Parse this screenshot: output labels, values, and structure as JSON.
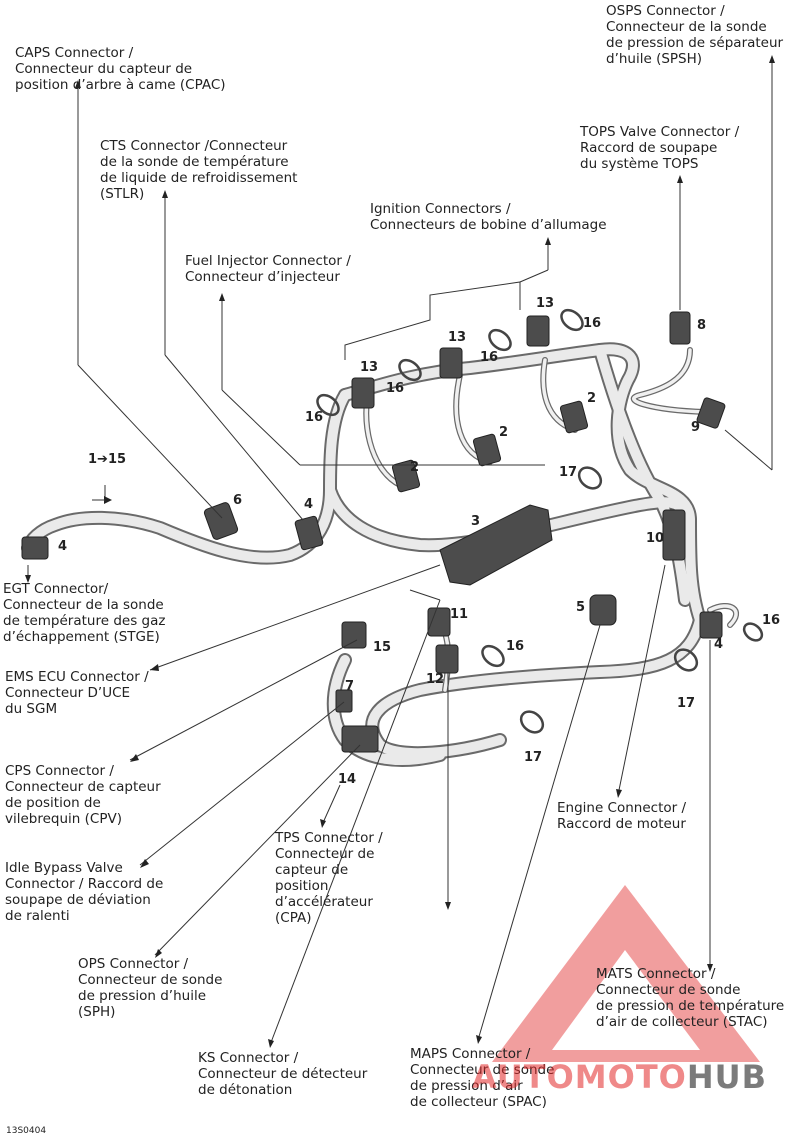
{
  "labels": {
    "caps": "CAPS Connector /\nConnecteur du capteur de\nposition d’arbre à came (CPAC)",
    "cts": "CTS Connector /Connecteur\nde la sonde de température\nde liquide de refroidissement\n(STLR)",
    "ignition": "Ignition Connectors /\nConnecteurs de bobine d’allumage",
    "fuel": "Fuel Injector Connector /\nConnecteur d’injecteur",
    "osps": "OSPS Connector /\nConnecteur de la sonde\nde pression de séparateur\nd’huile (SPSH)",
    "tops": "TOPS Valve Connector /\nRaccord de soupape\ndu système TOPS",
    "egt": "EGT Connector/\nConnecteur de la sonde\nde température des gaz\nd’échappement (STGE)",
    "ems": "EMS ECU Connector /\nConnecteur D’UCE\ndu SGM",
    "cps": "CPS Connector /\nConnecteur de capteur\nde position de\nvilebrequin (CPV)",
    "idle": "Idle Bypass Valve\nConnector / Raccord de\nsoupape de déviation\nde ralenti",
    "tps": "TPS Connector /\nConnecteur de\ncapteur de\nposition\nd’accélérateur\n(CPA)",
    "ops": "OPS Connector /\nConnecteur de sonde\nde pression d’huile\n(SPH)",
    "ks": "KS Connector /\nConnecteur de détecteur\nde détonation",
    "maps": "MAPS Connector /\nConnecteur de sonde\nde pression d’air\nde collecteur (SPAC)",
    "engine": "Engine Connector /\nRaccord de moteur",
    "mats": "MATS Connector /\nConnecteur de sonde\nde pression de température\nd’air de collecteur (STAC)"
  },
  "callouts": {
    "range": "1➔15",
    "n13a": "13",
    "n13b": "13",
    "n13c": "13",
    "n16a": "16",
    "n16b": "16",
    "n16c": "16",
    "n16d": "16",
    "n16e": "16",
    "n2a": "2",
    "n2b": "2",
    "n2c": "2",
    "n8": "8",
    "n9": "9",
    "n17a": "17",
    "n17b": "17",
    "n17c": "17",
    "n3": "3",
    "n10": "10",
    "n6": "6",
    "n4a": "4",
    "n4b": "4",
    "n4c": "4",
    "n5": "5",
    "n11": "11",
    "n12": "12",
    "n15": "15",
    "n7": "7",
    "n14": "14"
  },
  "doc_id": "13S0404",
  "watermark": {
    "part1": "AUTO",
    "part2": "MOTO",
    "part3": "HUB"
  },
  "colors": {
    "harness": "#e8e8e8",
    "harness_outline": "#6a6a6a",
    "connector": "#4a4a4a",
    "leader": "#333333",
    "watermark_red": "#e02828"
  }
}
